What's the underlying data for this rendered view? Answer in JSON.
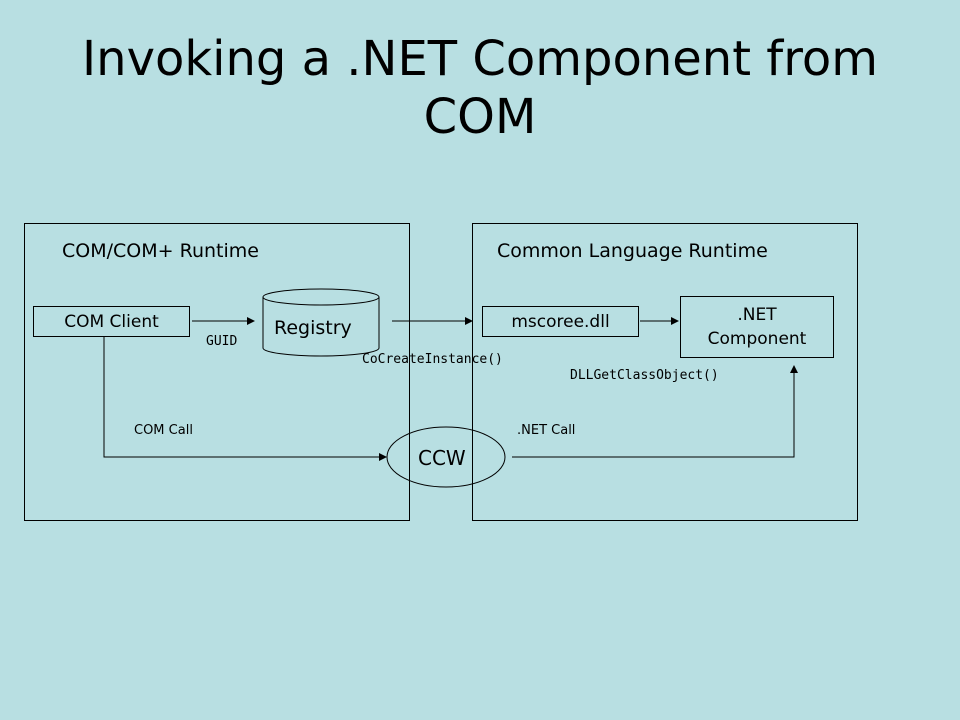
{
  "slide": {
    "title_line1": "Invoking a .NET Component from",
    "title_line2": "COM"
  },
  "left_panel": {
    "label": "COM/COM+ Runtime"
  },
  "right_panel": {
    "label": "Common Language Runtime"
  },
  "nodes": {
    "com_client": "COM Client",
    "registry": "Registry",
    "mscoree": "mscoree.dll",
    "net_component_line1": ".NET",
    "net_component_line2": "Component",
    "ccw": "CCW"
  },
  "edge_labels": {
    "guid": "GUID",
    "cocreate": "CoCreateInstance()",
    "dllgetclassobject": "DLLGetClassObject()",
    "com_call": "COM Call",
    "net_call": ".NET Call"
  },
  "colors": {
    "background": "#b8dfe2",
    "stroke": "#000000"
  }
}
